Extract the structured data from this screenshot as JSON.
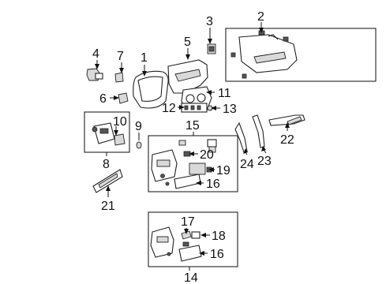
{
  "diagram": {
    "callouts": [
      {
        "id": "1",
        "label": "1"
      },
      {
        "id": "2",
        "label": "2"
      },
      {
        "id": "3",
        "label": "3"
      },
      {
        "id": "4",
        "label": "4"
      },
      {
        "id": "5",
        "label": "5"
      },
      {
        "id": "6",
        "label": "6"
      },
      {
        "id": "7",
        "label": "7"
      },
      {
        "id": "8",
        "label": "8"
      },
      {
        "id": "9",
        "label": "9"
      },
      {
        "id": "10",
        "label": "10"
      },
      {
        "id": "11",
        "label": "11"
      },
      {
        "id": "12",
        "label": "12"
      },
      {
        "id": "13",
        "label": "13"
      },
      {
        "id": "14",
        "label": "14"
      },
      {
        "id": "15",
        "label": "15"
      },
      {
        "id": "16a",
        "label": "16"
      },
      {
        "id": "16b",
        "label": "16"
      },
      {
        "id": "17",
        "label": "17"
      },
      {
        "id": "18",
        "label": "18"
      },
      {
        "id": "19",
        "label": "19"
      },
      {
        "id": "20",
        "label": "20"
      },
      {
        "id": "21",
        "label": "21"
      },
      {
        "id": "22",
        "label": "22"
      },
      {
        "id": "23",
        "label": "23"
      },
      {
        "id": "24",
        "label": "24"
      }
    ],
    "line_color": "#222222",
    "background": "#ffffff"
  }
}
